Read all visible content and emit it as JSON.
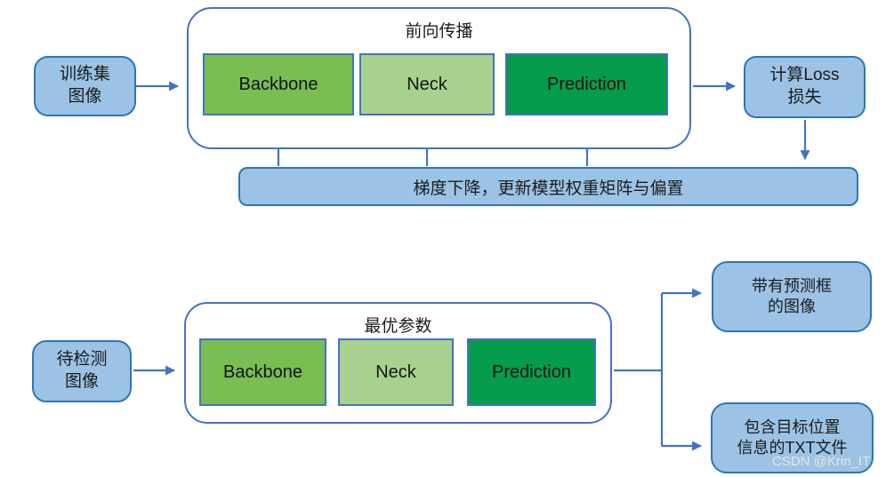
{
  "colors": {
    "box_fill": "#9CC3E5",
    "box_border": "#2E75B6",
    "line_blue": "#4472C4",
    "backbone_green": "#79BD53",
    "neck_green": "#A9D18E",
    "prediction_green": "#069C4D"
  },
  "training": {
    "input": {
      "lines": [
        "训练集",
        "图像"
      ]
    },
    "container_title": "前向传播",
    "blocks": [
      {
        "label": "Backbone",
        "color": "#79BD53"
      },
      {
        "label": "Neck",
        "color": "#A9D18E"
      },
      {
        "label": "Prediction",
        "color": "#069C4D"
      }
    ],
    "loss": {
      "lines": [
        "计算Loss",
        "损失"
      ]
    },
    "gradient_bar": "梯度下降，更新模型权重矩阵与偏置"
  },
  "inference": {
    "input": {
      "lines": [
        "待检测",
        "图像"
      ]
    },
    "container_title": "最优参数",
    "blocks": [
      {
        "label": "Backbone",
        "color": "#79BD53"
      },
      {
        "label": "Neck",
        "color": "#A9D18E"
      },
      {
        "label": "Prediction",
        "color": "#069C4D"
      }
    ],
    "outputs": [
      {
        "lines": [
          "带有预测框",
          "的图像"
        ]
      },
      {
        "lines": [
          "包含目标位置",
          "信息的TXT文件"
        ]
      }
    ]
  },
  "watermark": "CSDN @Krin_IT"
}
